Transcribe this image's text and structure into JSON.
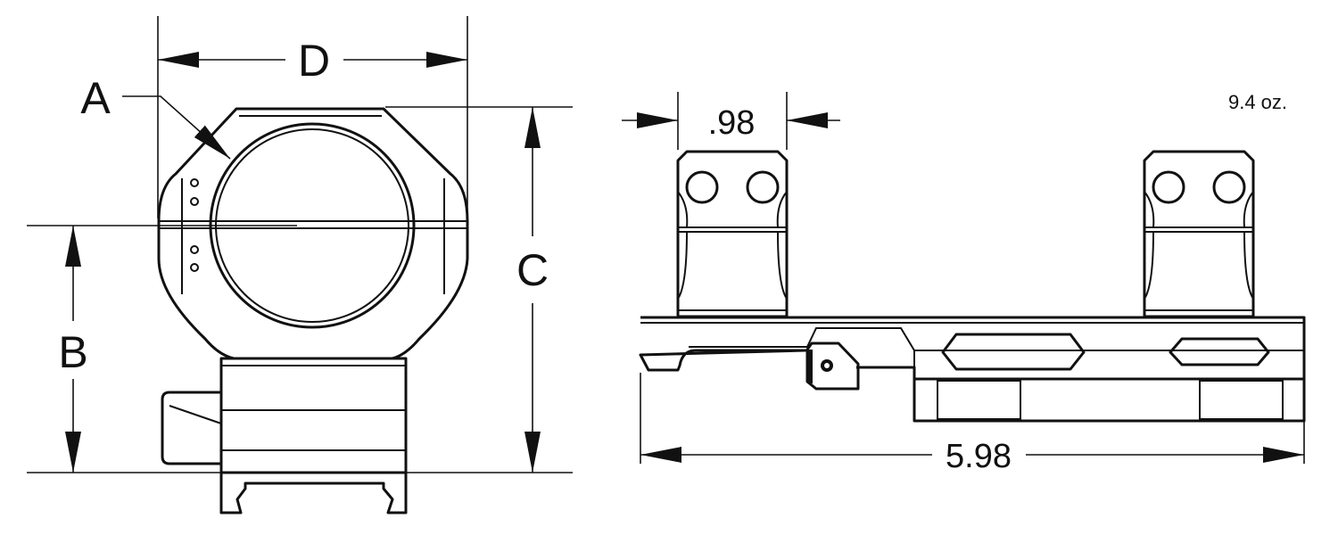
{
  "labels": {
    "a": "A",
    "b": "B",
    "c": "C",
    "d": "D",
    "ring_width": ".98",
    "overall_length": "5.98",
    "weight": "9.4 oz."
  },
  "colors": {
    "line": "#111111",
    "background": "#ffffff"
  }
}
